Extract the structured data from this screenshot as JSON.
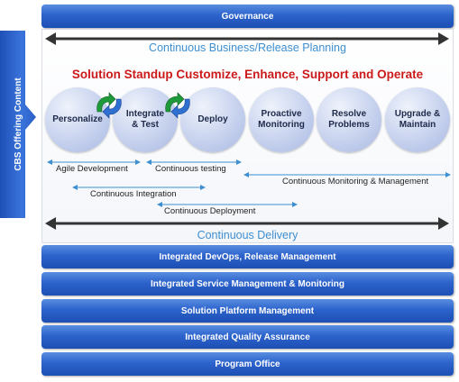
{
  "side_tab": {
    "label": "CBS Offering Content"
  },
  "governance": {
    "label": "Governance"
  },
  "top_band": {
    "label": "Continuous Business/Release Planning"
  },
  "solution_title": "Solution Standup Customize, Enhance, Support and Operate",
  "phases": [
    {
      "line1": "Personalize",
      "line2": ""
    },
    {
      "line1": "Integrate",
      "line2": "& Test"
    },
    {
      "line1": "Deploy",
      "line2": ""
    },
    {
      "line1": "Proactive",
      "line2": "Monitoring"
    },
    {
      "line1": "Resolve",
      "line2": "Problems"
    },
    {
      "line1": "Upgrade &",
      "line2": "Maintain"
    }
  ],
  "practices": {
    "agile_development": "Agile Development",
    "continuous_testing": "Continuous testing",
    "continuous_monitoring": "Continuous Monitoring & Management",
    "continuous_integration": "Continuous Integration",
    "continuous_deployment": "Continuous Deployment"
  },
  "bottom_band": {
    "label": "Continuous Delivery"
  },
  "bars": [
    "Integrated DevOps, Release Management",
    "Integrated Service Management & Monitoring",
    "Solution Platform Management",
    "Integrated Quality Assurance",
    "Program Office"
  ],
  "colors": {
    "bar_blue": "#2c63cc",
    "title_red": "#cc1a1a",
    "band_text": "#3d8fd1",
    "cycle_green": "#1f9a3a",
    "cycle_blue": "#2f6fd0"
  },
  "icons": {
    "band_arrow": "double-headed-arrow",
    "cycle": "cycle-arrows-icon"
  }
}
